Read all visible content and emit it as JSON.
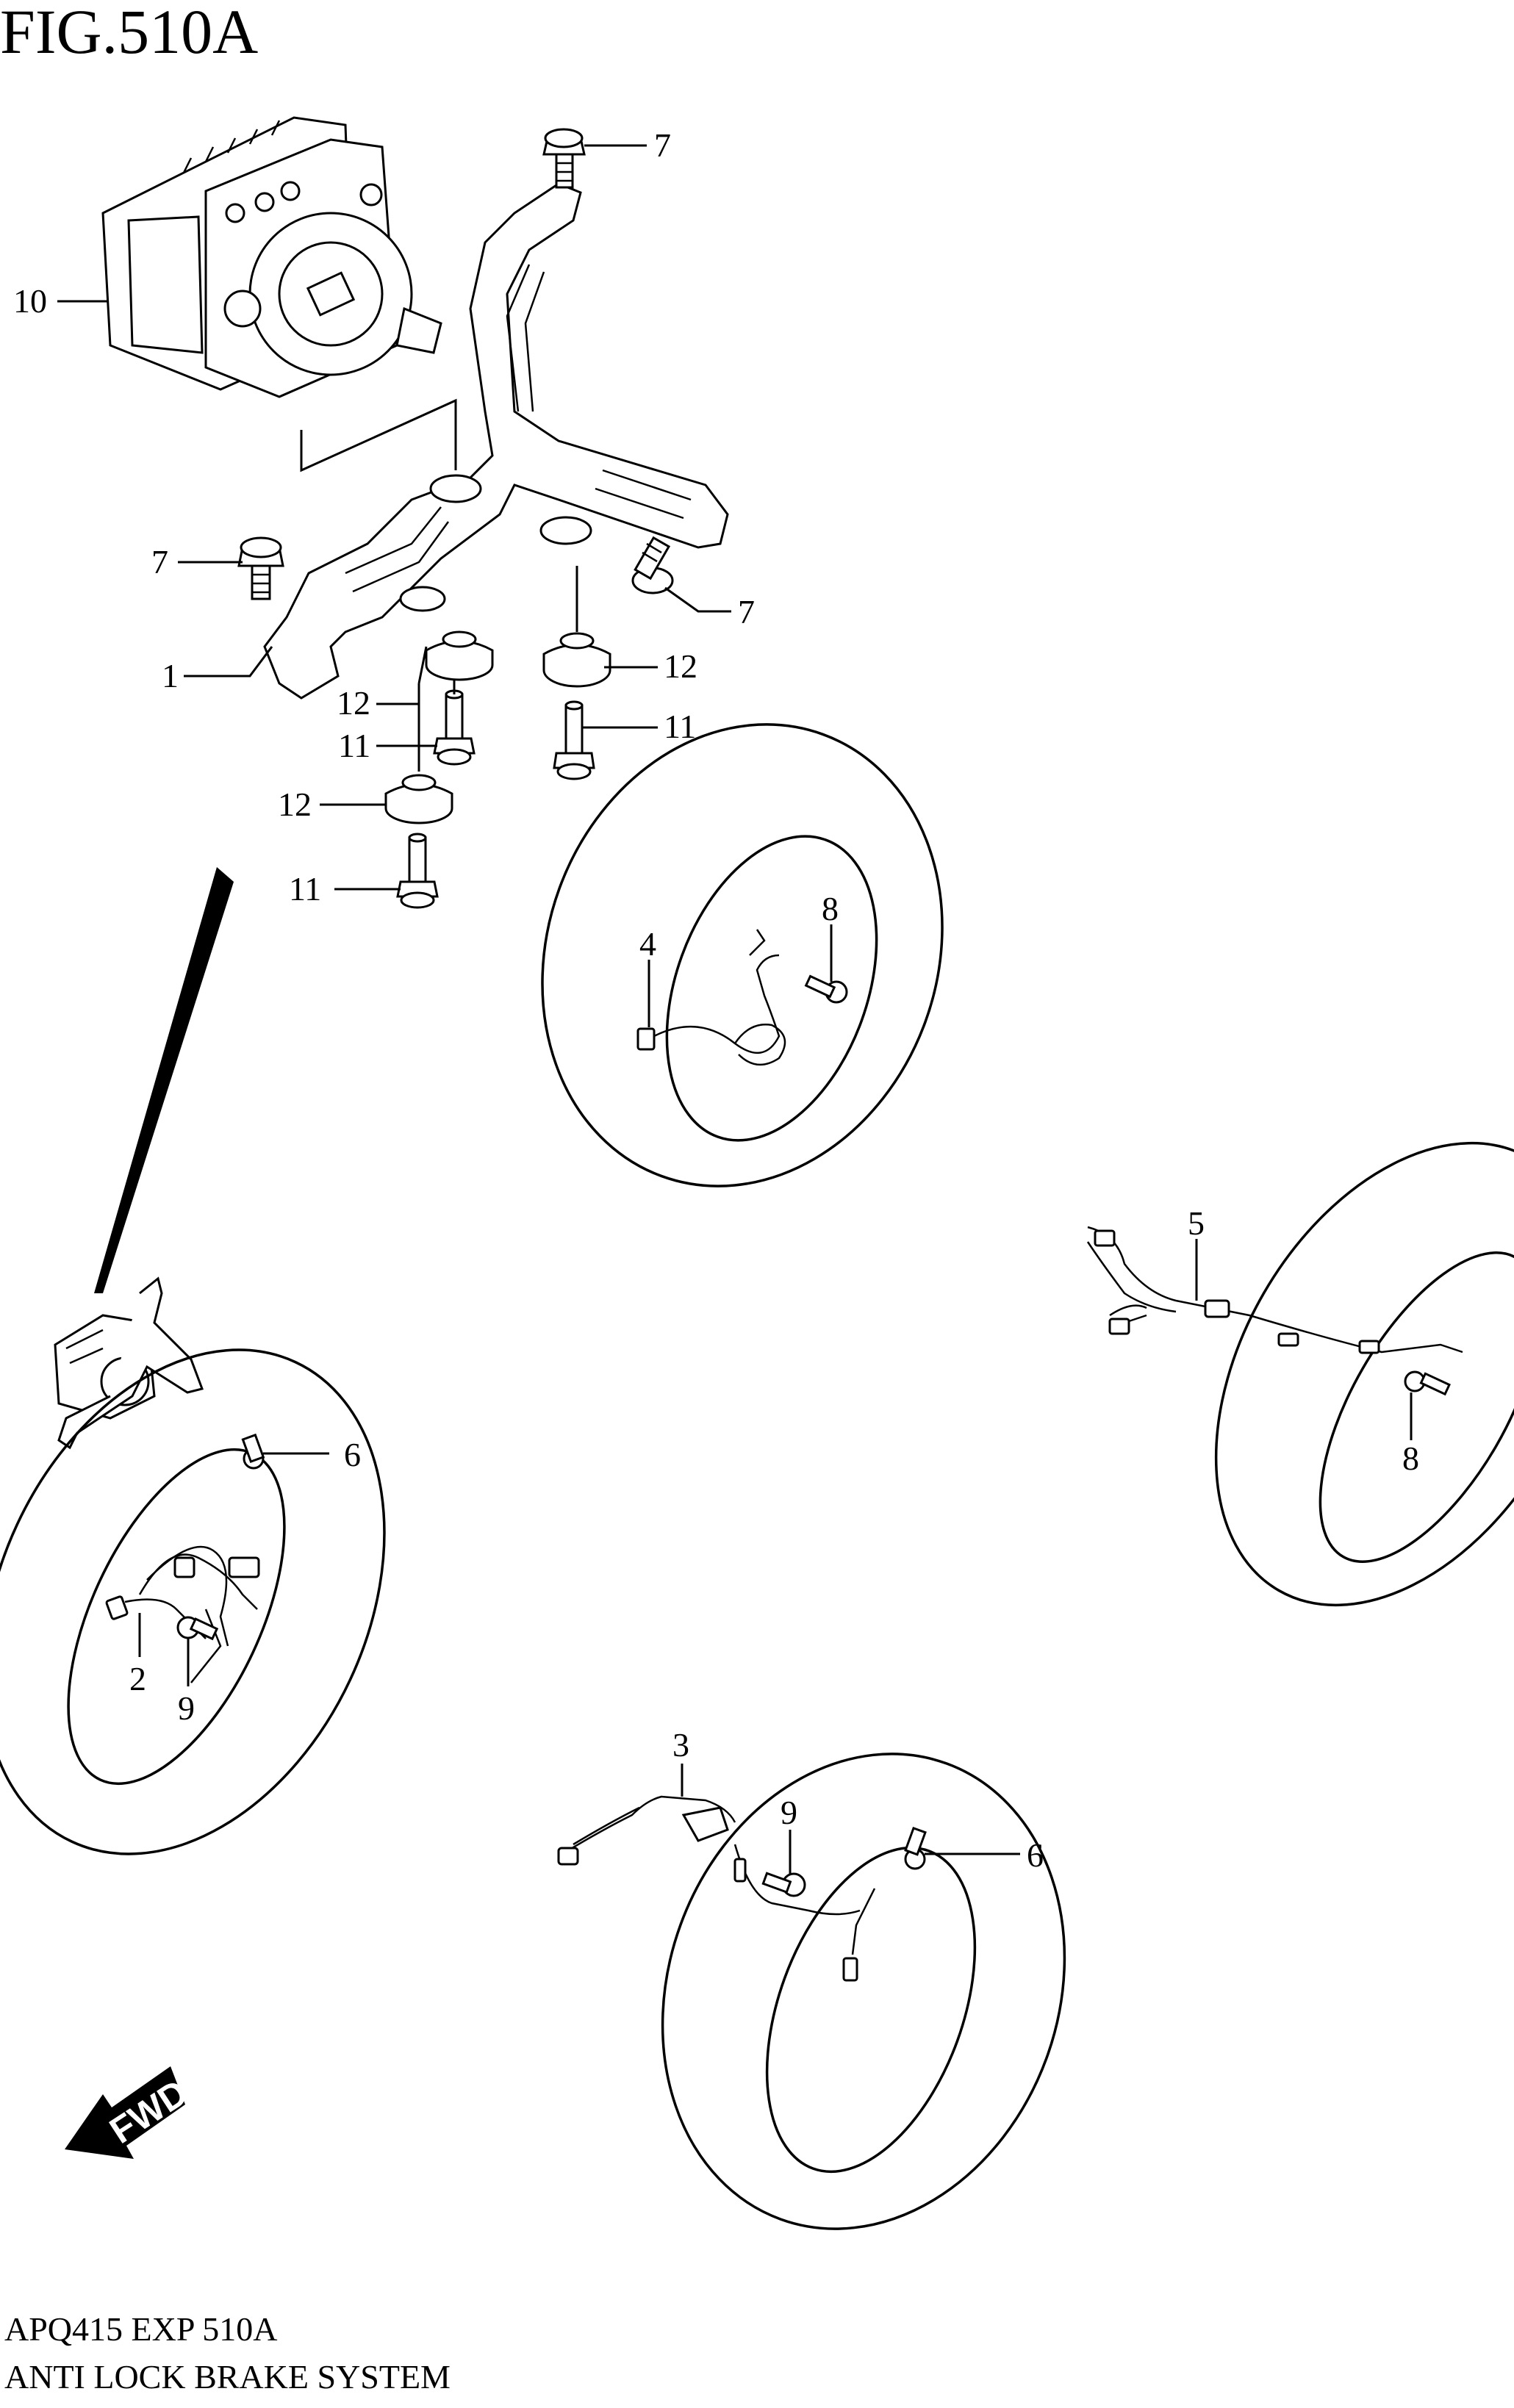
{
  "figure": {
    "title": "FIG.510A",
    "code": "APQ415 EXP 510A",
    "name": "ANTI LOCK BRAKE SYSTEM"
  },
  "fwd_label": "FWD",
  "callouts": {
    "p1": "1",
    "p2": "2",
    "p3": "3",
    "p4": "4",
    "p5": "5",
    "p6a": "6",
    "p6b": "6",
    "p7a": "7",
    "p7b": "7",
    "p7c": "7",
    "p8a": "8",
    "p8b": "8",
    "p9a": "9",
    "p9b": "9",
    "p10": "10",
    "p11a": "11",
    "p11b": "11",
    "p11c": "11",
    "p12a": "12",
    "p12b": "12",
    "p12c": "12"
  }
}
